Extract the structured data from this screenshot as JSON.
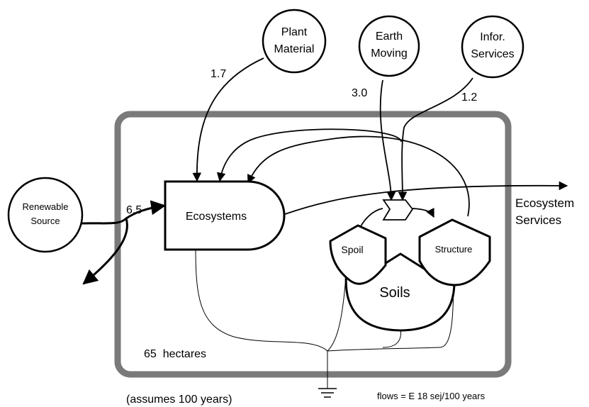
{
  "sources": {
    "plant_material": {
      "line1": "Plant",
      "line2": "Material"
    },
    "earth_moving": {
      "line1": "Earth",
      "line2": "Moving"
    },
    "info_services": {
      "line1": "Infor.",
      "line2": "Services"
    },
    "renewable": {
      "line1": "Renewable",
      "line2": "Source"
    }
  },
  "flows": {
    "plant_material": "1.7",
    "earth_moving": "3.0",
    "info_services": "1.2",
    "renewable": "6.5"
  },
  "components": {
    "ecosystems": "Ecosystems",
    "spoil": "Spoil",
    "structure": "Structure",
    "soils": "Soils"
  },
  "outputs": {
    "line1": "Ecosystem",
    "line2": "Services"
  },
  "notes": {
    "area": "65  hectares",
    "assumption": "(assumes 100 years)",
    "units": "flows = E 18 sej/100 years"
  },
  "colors": {
    "system_frame": "#7a7a7a",
    "lines": "#000000"
  }
}
